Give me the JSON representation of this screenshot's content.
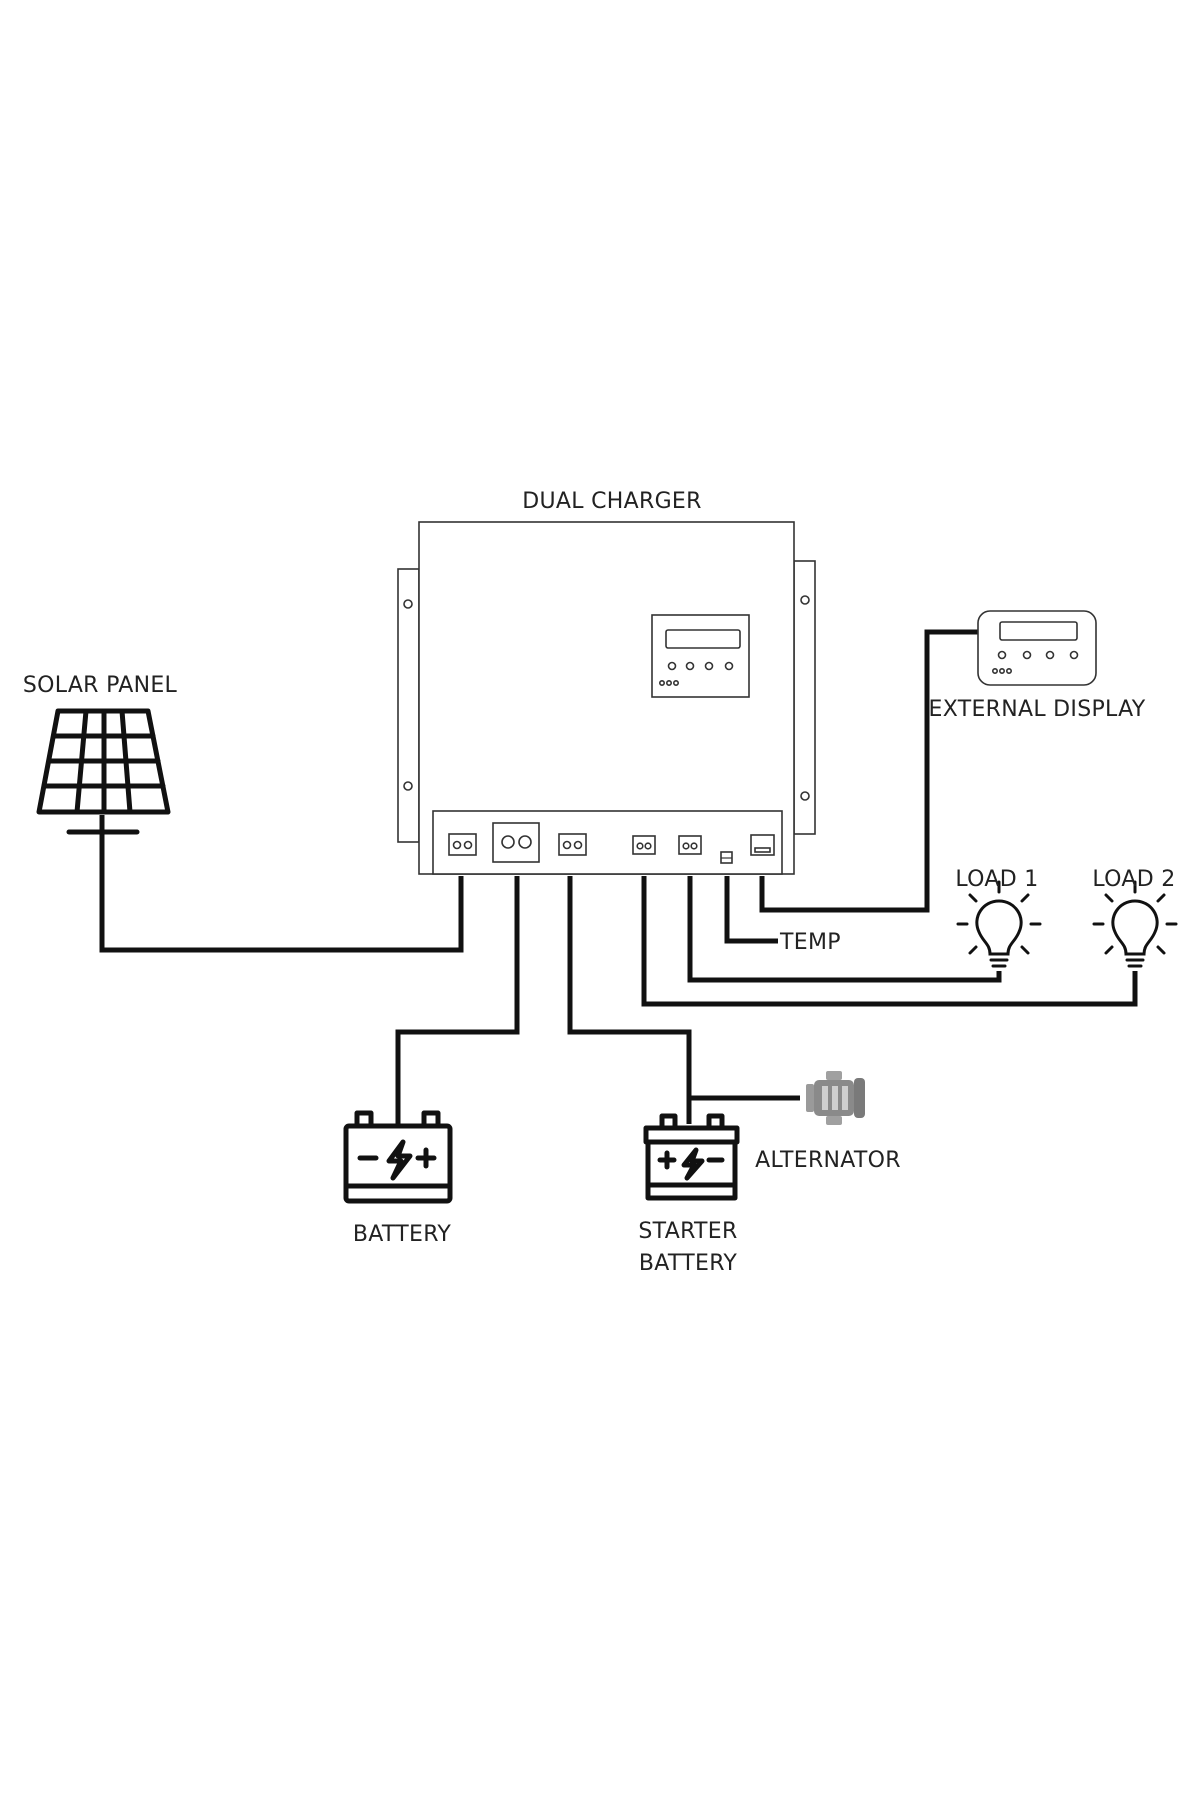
{
  "labels": {
    "dual_charger": "DUAL CHARGER",
    "solar_panel": "SOLAR PANEL",
    "external_display": "EXTERNAL DISPLAY",
    "load_1": "LOAD 1",
    "load_2": "LOAD 2",
    "temp": "TEMP",
    "alternator": "ALTERNATOR",
    "battery": "BATTERY",
    "starter_battery_line1": "STARTER",
    "starter_battery_line2": "BATTERY"
  },
  "colors": {
    "wire": "#111111",
    "outline": "#333333",
    "alternator": "#8a8a8a",
    "background": "#ffffff"
  },
  "icons": [
    "solar-panel-icon",
    "battery-icon",
    "starter-battery-icon",
    "alternator-icon",
    "light-bulb-icon",
    "external-display-icon"
  ]
}
